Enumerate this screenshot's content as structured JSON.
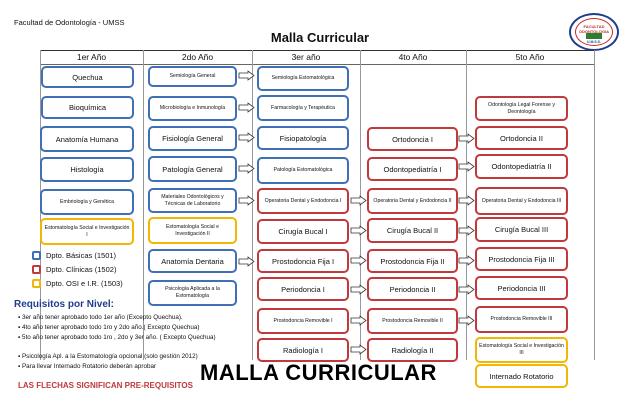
{
  "header": {
    "faculty": "Facultad de Odontología - UMSS",
    "title": "Malla Curricular",
    "logo_text": "FACULTAD ODONTOLOGIA",
    "logo_sub": "U.M.S.S."
  },
  "columns": [
    "1er Año",
    "2do Año",
    "3er año",
    "4to Año",
    "5to Año"
  ],
  "courses": {
    "c1": [
      {
        "label": "Quechua"
      },
      {
        "label": "Bioquímica"
      },
      {
        "label": "Anatomía Humana"
      },
      {
        "label": "Histología"
      },
      {
        "label": "Embriología y Genética"
      },
      {
        "label": "Estomatología Social e Investigación I"
      }
    ],
    "c2": [
      {
        "label": "Semiología General"
      },
      {
        "label": "Microbiología e Inmunología"
      },
      {
        "label": "Fisiología General"
      },
      {
        "label": "Patología General"
      },
      {
        "label": "Materiales Odontológicos y Técnicas de Laboratorio"
      },
      {
        "label": "Estomatología Social e Investigación II"
      },
      {
        "label": "Anatomía Dentaria"
      },
      {
        "label": "Psicología Aplicada a la Estomatología"
      }
    ],
    "c3": [
      {
        "label": "Semiología Estomatológica"
      },
      {
        "label": "Farmacología y Terapéutica"
      },
      {
        "label": "Fisiopatología"
      },
      {
        "label": "Patología Estomatológica"
      },
      {
        "label": "Operatoria Dental y Endodoncia I"
      },
      {
        "label": "Cirugía Bucal I"
      },
      {
        "label": "Prostodoncia Fija I"
      },
      {
        "label": "Periodoncia I"
      },
      {
        "label": "Prostodoncia Removible I"
      },
      {
        "label": "Radiología I"
      }
    ],
    "c4": [
      {
        "label": "Ortodoncia I"
      },
      {
        "label": "Odontopediatría I"
      },
      {
        "label": "Operatoria Dental y Endodoncia II"
      },
      {
        "label": "Cirugía Bucal II"
      },
      {
        "label": "Prostodoncia Fija II"
      },
      {
        "label": "Periodoncia II"
      },
      {
        "label": "Prostodoncia Removible II"
      },
      {
        "label": "Radiología II"
      }
    ],
    "c5": [
      {
        "label": "Odontología Legal Forense y Deontología"
      },
      {
        "label": "Ortodoncia II"
      },
      {
        "label": "Odontopediatría II"
      },
      {
        "label": "Operatoria Dental y Endodoncia III"
      },
      {
        "label": "Cirugía Bucal III"
      },
      {
        "label": "Prostodoncia Fija III"
      },
      {
        "label": "Periodoncia III"
      },
      {
        "label": "Prostodoncia Removible III"
      },
      {
        "label": "Estomatología Social e Investigación III"
      },
      {
        "label": "Internado Rotatorio"
      }
    ]
  },
  "legend": [
    {
      "label": "Dpto. Básicas (1501)",
      "color": "#3f6fb5"
    },
    {
      "label": "Dpto. Clínicas (1502)",
      "color": "#c0393b"
    },
    {
      "label": "Dpto. OSI e I.R. (1503)",
      "color": "#f2b705"
    }
  ],
  "requirements": {
    "title": "Requisitos por Nivel:",
    "items": [
      "3er año tener aprobado todo 1er año (Excepto Quechua).",
      "4to año tener aprobado todo 1ro y 2do año.( Excepto Quechua)",
      "5to año tener aprobado todo 1ro , 2do y 3er año. ( Excepto Quechua)",
      "Psicología Apl. a la Estomatología opcional (solo gestión 2012)",
      "Para llevar Internado Rotatorio deberán aprobar"
    ]
  },
  "footer_note": "LAS FLECHAS SIGNIFICAN PRE-REQUISITOS",
  "overlay_title": "MALLA CURRICULAR"
}
